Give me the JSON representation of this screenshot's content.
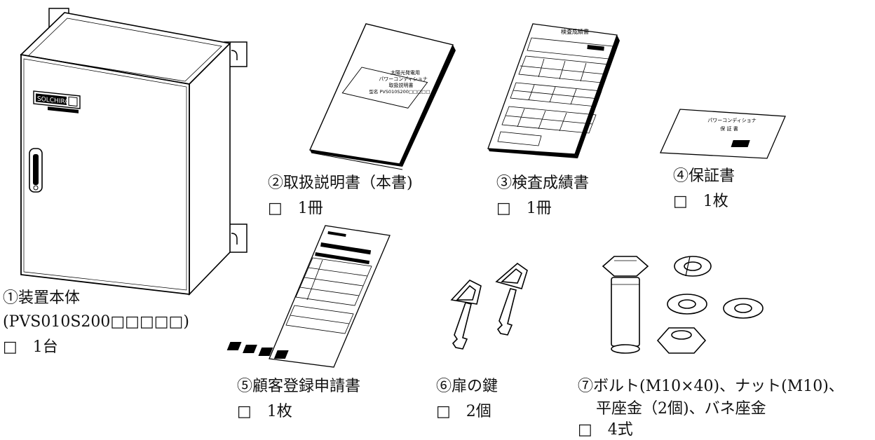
{
  "items": {
    "device": {
      "line1": "①装置本体",
      "line2": "(PVS010S200□□□□□)",
      "qty": "□　1台",
      "brand_plate": "SOLCHIRO"
    },
    "manual": {
      "line1": "②取扱説明書（本書)",
      "qty": "□　1冊",
      "cover_text": [
        "太陽光発電用",
        "パワーコンディショナ",
        "取扱説明書",
        "型名 PVS010S200□□□□□"
      ]
    },
    "inspection": {
      "line1": "③検査成績書",
      "qty": "□　1冊",
      "sheet_title": "検査成績書"
    },
    "warranty": {
      "line1": "④保証書",
      "qty": "□　1枚",
      "card_text": [
        "パワーコンディショナ",
        "保 証 書"
      ]
    },
    "registration": {
      "line1": "⑤顧客登録申請書",
      "qty": "□　1枚"
    },
    "keys": {
      "line1": "⑥扉の鍵",
      "qty": "□　2個"
    },
    "bolts": {
      "line1": "⑦ボルト(M10×40)、ナット(M10)、",
      "line2": "平座金（2個)、バネ座金",
      "qty": "□　4式"
    }
  }
}
